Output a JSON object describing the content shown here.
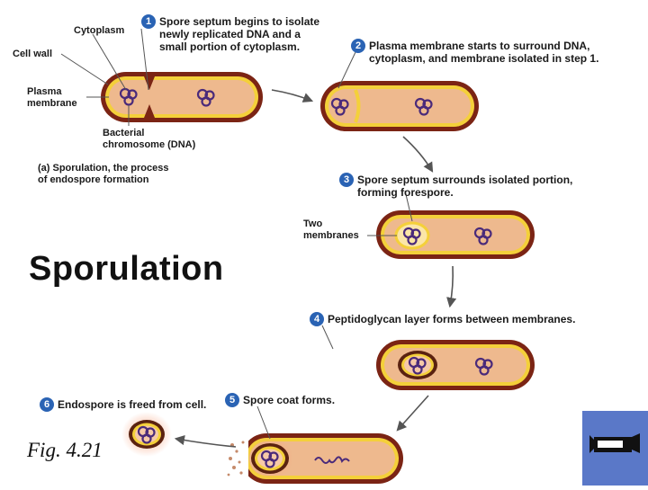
{
  "title": "Sporulation",
  "figure_ref": "Fig. 4.21",
  "colors": {
    "cell_outer": "#7b2414",
    "cell_wall": "#f4d03a",
    "cytoplasm": "#eeb98e",
    "dna": "#4a2a7a",
    "badge": "#2a63b4",
    "nav_button": "#5a78c8",
    "arrow": "#555555"
  },
  "labels": {
    "cytoplasm": "Cytoplasm",
    "cell_wall": "Cell wall",
    "plasma_membrane": "Plasma\nmembrane",
    "bacterial_chromosome": "Bacterial\nchromosome (DNA)",
    "caption": "(a) Sporulation, the process\n     of endospore formation",
    "two_membranes": "Two\nmembranes"
  },
  "steps": [
    {
      "num": "1",
      "text": "Spore septum begins to isolate\nnewly replicated DNA and a\nsmall portion of cytoplasm."
    },
    {
      "num": "2",
      "text": "Plasma membrane starts to surround DNA,\ncytoplasm, and membrane isolated in step 1."
    },
    {
      "num": "3",
      "text": "Spore septum surrounds isolated portion,\nforming forespore."
    },
    {
      "num": "4",
      "text": "Peptidoglycan layer forms between membranes."
    },
    {
      "num": "5",
      "text": "Spore coat forms."
    },
    {
      "num": "6",
      "text": "Endospore is freed from cell."
    }
  ],
  "nav_button": {
    "icon": "film-camera-icon"
  }
}
